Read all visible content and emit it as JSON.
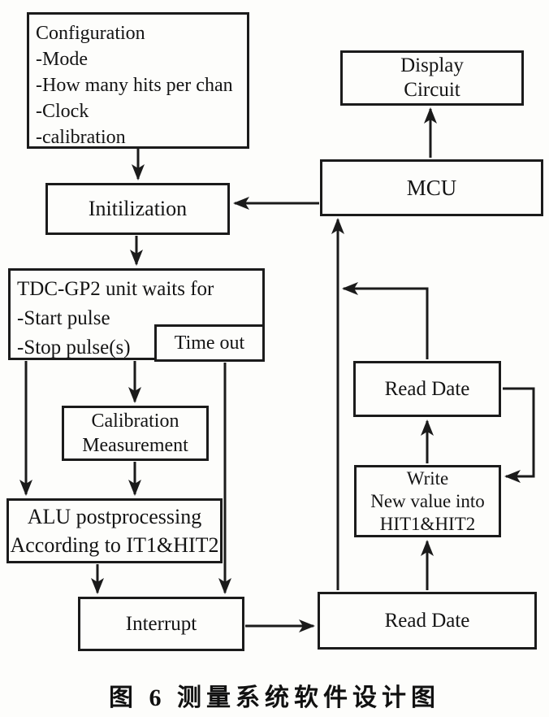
{
  "figure": {
    "caption": "图 6  测量系统软件设计图"
  },
  "colors": {
    "ink": "#1b1b1b",
    "paper": "#fdfdfb"
  },
  "nodes": {
    "configuration": {
      "lines": [
        "Configuration",
        "-Mode",
        "-How many hits per chan",
        "-Clock",
        "-calibration"
      ]
    },
    "initialization": {
      "label": "Initilization"
    },
    "tdc_wait": {
      "lines": [
        "TDC-GP2 unit waits for",
        "-Start pulse",
        "-Stop pulse(s)"
      ]
    },
    "time_out": {
      "label": "Time out"
    },
    "calibration_measurement": {
      "lines": [
        "Calibration",
        "Measurement"
      ]
    },
    "alu_postprocessing": {
      "lines": [
        "ALU postprocessing",
        "According to IT1&HIT2"
      ]
    },
    "interrupt": {
      "label": "Interrupt"
    },
    "display_circuit": {
      "lines": [
        "Display",
        "Circuit"
      ]
    },
    "mcu": {
      "label": "MCU"
    },
    "read_date_upper": {
      "label": "Read Date"
    },
    "write_new_value": {
      "lines": [
        "Write",
        "New value into",
        "HIT1&HIT2"
      ]
    },
    "read_date_lower": {
      "label": "Read Date"
    }
  }
}
